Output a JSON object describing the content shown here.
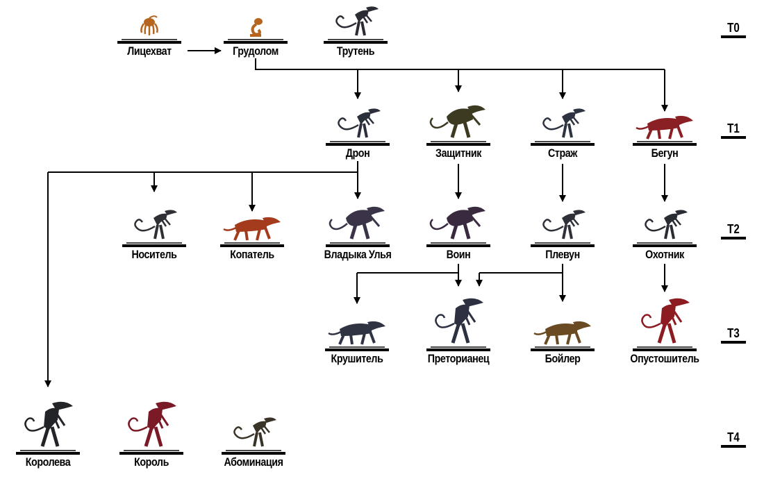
{
  "tiers": {
    "t0": "T0",
    "t1": "T1",
    "t2": "T2",
    "t3": "T3",
    "t4": "T4"
  },
  "castes": {
    "facehugger": {
      "label": "Лицехват",
      "color": "#b5651d"
    },
    "chestburster": {
      "label": "Грудолом",
      "color": "#b5651d"
    },
    "drone_t0": {
      "label": "Трутень",
      "color": "#2b2b33"
    },
    "drone": {
      "label": "Дрон",
      "color": "#2b2f3a"
    },
    "defender": {
      "label": "Защитник",
      "color": "#3d3a22"
    },
    "sentinel": {
      "label": "Страж",
      "color": "#2d3340"
    },
    "runner": {
      "label": "Бегун",
      "color": "#8a1f24"
    },
    "carrier": {
      "label": "Носитель",
      "color": "#2e3035"
    },
    "burrower": {
      "label": "Копатель",
      "color": "#a33b1c"
    },
    "hivelord": {
      "label": "Владыка Улья",
      "color": "#3b3448"
    },
    "warrior": {
      "label": "Воин",
      "color": "#3a2a40"
    },
    "spitter": {
      "label": "Плевун",
      "color": "#2e3138"
    },
    "lurker": {
      "label": "Охотник",
      "color": "#2a2c33"
    },
    "crusher": {
      "label": "Крушитель",
      "color": "#2f3342"
    },
    "praetorian": {
      "label": "Преторианец",
      "color": "#2c3040"
    },
    "boiler": {
      "label": "Бойлер",
      "color": "#6a4a22"
    },
    "ravager": {
      "label": "Опустошитель",
      "color": "#8c1b22"
    },
    "queen": {
      "label": "Королева",
      "color": "#232428"
    },
    "king": {
      "label": "Король",
      "color": "#7a1a26"
    },
    "abomination": {
      "label": "Абоминация",
      "color": "#3a3428"
    }
  },
  "style": {
    "line_color": "#000000",
    "background": "#ffffff"
  }
}
